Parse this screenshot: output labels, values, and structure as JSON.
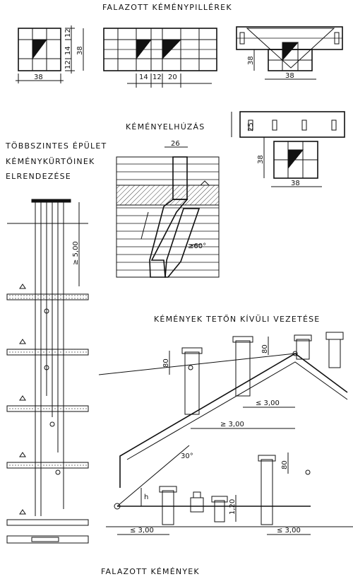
{
  "titles": {
    "top": "FALAZOTT KÉMÉNYPILLÉREK",
    "drawoff": "KÉMÉNYELHÚZÁS",
    "multistorey_1": "TÖBBSZINTES ÉPÜLET",
    "multistorey_2": "KÉMÉNYKÜRTŐINEK",
    "multistorey_3": "ELRENDEZÉSE",
    "roof": "KÉMÉNYEK TETŐN KÍVÜLI VEZETÉSE",
    "bottom": "FALAZOTT KÉMÉNYEK"
  },
  "dims": {
    "d38": "38",
    "d12": "12",
    "d14": "14",
    "d20": "20",
    "d25": "25",
    "d26": "26",
    "d80": "80",
    "d120": "1,20",
    "d500": "≥ 5,00",
    "d60": "≥60°",
    "d30deg": "30°",
    "le300a": "≤ 3,00",
    "ge300": "≥ 3,00",
    "le300b": "≤ 3,00",
    "le300c": "≤ 3,00",
    "h": "h"
  }
}
